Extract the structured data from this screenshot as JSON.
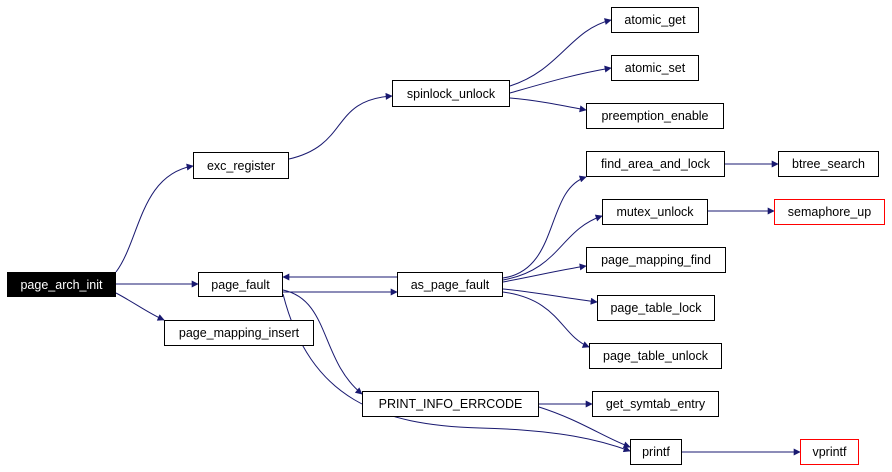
{
  "colors": {
    "edge": "#191970",
    "node_border": "#000000",
    "root_fill": "#000000",
    "root_text": "#ffffff",
    "external_border": "#ff0000"
  },
  "nodes": {
    "page_arch_init": "page_arch_init",
    "exc_register": "exc_register",
    "page_fault": "page_fault",
    "page_mapping_insert": "page_mapping_insert",
    "spinlock_unlock": "spinlock_unlock",
    "atomic_get": "atomic_get",
    "atomic_set": "atomic_set",
    "preemption_enable": "preemption_enable",
    "as_page_fault": "as_page_fault",
    "find_area_and_lock": "find_area_and_lock",
    "btree_search": "btree_search",
    "mutex_unlock": "mutex_unlock",
    "semaphore_up": "semaphore_up",
    "page_mapping_find": "page_mapping_find",
    "page_table_lock": "page_table_lock",
    "page_table_unlock": "page_table_unlock",
    "PRINT_INFO_ERRCODE": "PRINT_INFO_ERRCODE",
    "get_symtab_entry": "get_symtab_entry",
    "printf": "printf",
    "vprintf": "vprintf"
  },
  "edges": [
    [
      "page_arch_init",
      "exc_register"
    ],
    [
      "page_arch_init",
      "page_fault"
    ],
    [
      "page_arch_init",
      "page_mapping_insert"
    ],
    [
      "exc_register",
      "spinlock_unlock"
    ],
    [
      "spinlock_unlock",
      "atomic_get"
    ],
    [
      "spinlock_unlock",
      "atomic_set"
    ],
    [
      "spinlock_unlock",
      "preemption_enable"
    ],
    [
      "page_fault",
      "as_page_fault"
    ],
    [
      "as_page_fault",
      "page_fault"
    ],
    [
      "page_fault",
      "PRINT_INFO_ERRCODE"
    ],
    [
      "page_fault",
      "printf"
    ],
    [
      "as_page_fault",
      "find_area_and_lock"
    ],
    [
      "as_page_fault",
      "mutex_unlock"
    ],
    [
      "as_page_fault",
      "page_mapping_find"
    ],
    [
      "as_page_fault",
      "page_table_lock"
    ],
    [
      "as_page_fault",
      "page_table_unlock"
    ],
    [
      "find_area_and_lock",
      "btree_search"
    ],
    [
      "mutex_unlock",
      "semaphore_up"
    ],
    [
      "PRINT_INFO_ERRCODE",
      "get_symtab_entry"
    ],
    [
      "PRINT_INFO_ERRCODE",
      "printf"
    ],
    [
      "printf",
      "vprintf"
    ]
  ]
}
